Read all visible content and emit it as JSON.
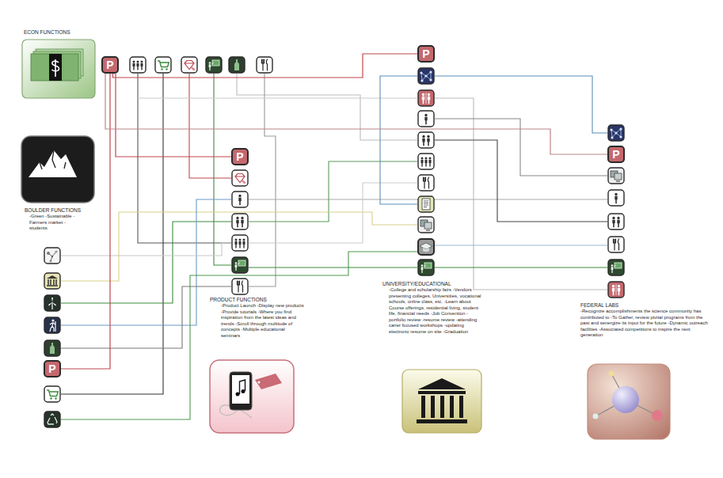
{
  "diagram": {
    "nodes": [
      {
        "text": [
          "ECON FUNCTIONS"
        ]
      },
      {
        "text": [
          "P"
        ]
      },
      {
        "text": [
          "P"
        ]
      },
      {
        "text": [
          "BOULDER FUNCTIONS",
          "-Green -Sustainable - Farmers market -students"
        ]
      },
      {
        "text": [
          "P"
        ]
      },
      {
        "text": [
          "P"
        ]
      },
      {
        "text": [
          "P"
        ]
      },
      {
        "text": [
          "PRODUCT FUNCTIONS",
          "-Product Launch -Display new products -Provide tutorials -Where you find inspiration from the latest ideas and trends -Scroll through multitude of concepts -Multiple educational seminars"
        ]
      },
      {
        "text": [
          "UNIVERSITY/EDUCATIONAL",
          "-College and scholarship fairs -Vendors presenting colleges, Universities, vocational schools, online class, etc. -Learn about Course offerings, residential living, student life, financial needs -Job Convention -portfolio review -resume review -attending carier focused workshops -updating electronic resume on site -Graduation"
        ]
      },
      {
        "text": [
          "FEDERAL LABS",
          "-Recognize accomplishments the science community has contributed to -To Gather, review pivital programs from the past and senergize its input for the future -Dynamic outreach facilities -Associated competitions to inspire the next generation"
        ]
      }
    ],
    "edges": [
      {
        "from": 1,
        "to": 6,
        "arrow": "none"
      },
      {
        "from": 1,
        "to": 4,
        "arrow": "none"
      },
      {
        "from": 1,
        "to": 2,
        "arrow": "none"
      },
      {
        "from": 1,
        "to": 5,
        "arrow": "none"
      }
    ]
  }
}
